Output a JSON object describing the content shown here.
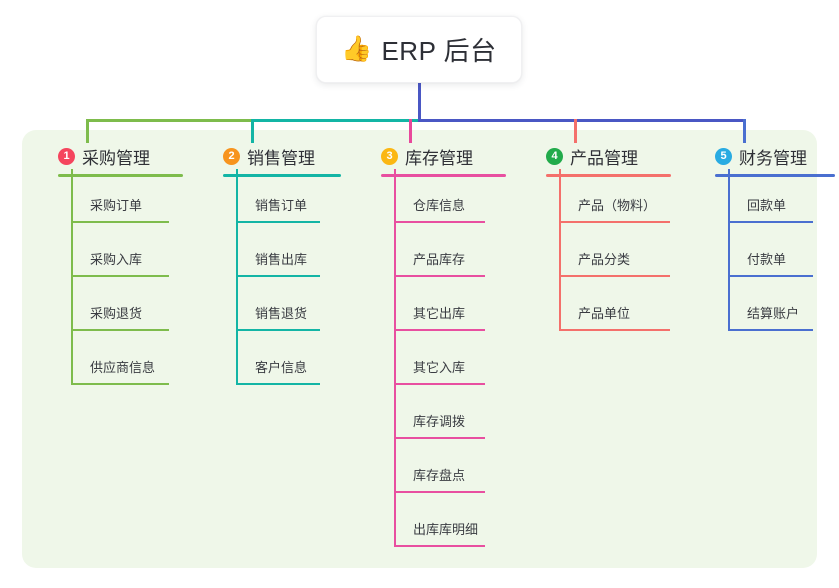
{
  "root": {
    "emoji_icon": "thumbs-up-icon",
    "emoji": "👍",
    "title": "ERP 后台"
  },
  "theme": {
    "page_background": "#ffffff",
    "panel_background": "#eff7e9",
    "trunk_color": "#4a57c4",
    "text_color": "#2f3036"
  },
  "columns": [
    {
      "number": "1",
      "title": "采购管理",
      "badge_color": "#f5455e",
      "line_color": "#7ebc4c",
      "drop_color": "#7ebc4c",
      "items": [
        "采购订单",
        "采购入库",
        "采购退货",
        "供应商信息"
      ]
    },
    {
      "number": "2",
      "title": "销售管理",
      "badge_color": "#f7941e",
      "line_color": "#13b5a5",
      "drop_color": "#13b5a5",
      "items": [
        "销售订单",
        "销售出库",
        "销售退货",
        "客户信息"
      ]
    },
    {
      "number": "3",
      "title": "库存管理",
      "badge_color": "#fbb713",
      "line_color": "#e84fa0",
      "drop_color": "#e8489b",
      "items": [
        "仓库信息",
        "产品库存",
        "其它出库",
        "其它入库",
        "库存调拨",
        "库存盘点",
        "出库库明细"
      ]
    },
    {
      "number": "4",
      "title": "产品管理",
      "badge_color": "#22ab4b",
      "line_color": "#f4706b",
      "drop_color": "#f4706b",
      "items": [
        "产品（物料）",
        "产品分类",
        "产品单位"
      ]
    },
    {
      "number": "5",
      "title": "财务管理",
      "badge_color": "#29abe2",
      "line_color": "#4a6fd0",
      "drop_color": "#4a6fd0",
      "items": [
        "回款单",
        "付款单",
        "结算账户"
      ]
    }
  ]
}
